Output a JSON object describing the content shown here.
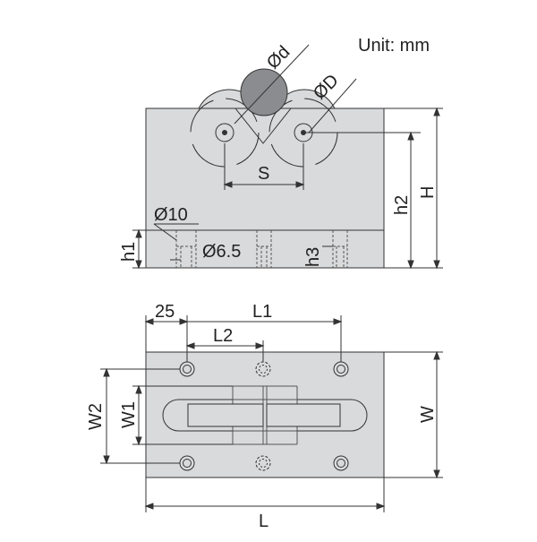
{
  "unit_label": "Unit: mm",
  "front_view": {
    "labels": {
      "rod_diameter": "Ød",
      "roller_diameter": "ØD",
      "spacing": "S",
      "total_height": "H",
      "height_h2": "h2",
      "height_h1": "h1",
      "height_h3": "h3",
      "counterbore": "Ø10",
      "hole": "Ø6.5"
    }
  },
  "top_view": {
    "labels": {
      "edge_offset": "25",
      "length_l1": "L1",
      "length_l2": "L2",
      "width_w1": "W1",
      "width_w2": "W2",
      "width_w": "W",
      "length_l": "L"
    }
  },
  "colors": {
    "body_fill": "#d9dadc",
    "rod_fill": "#8a8c8f",
    "line": "#333333"
  }
}
